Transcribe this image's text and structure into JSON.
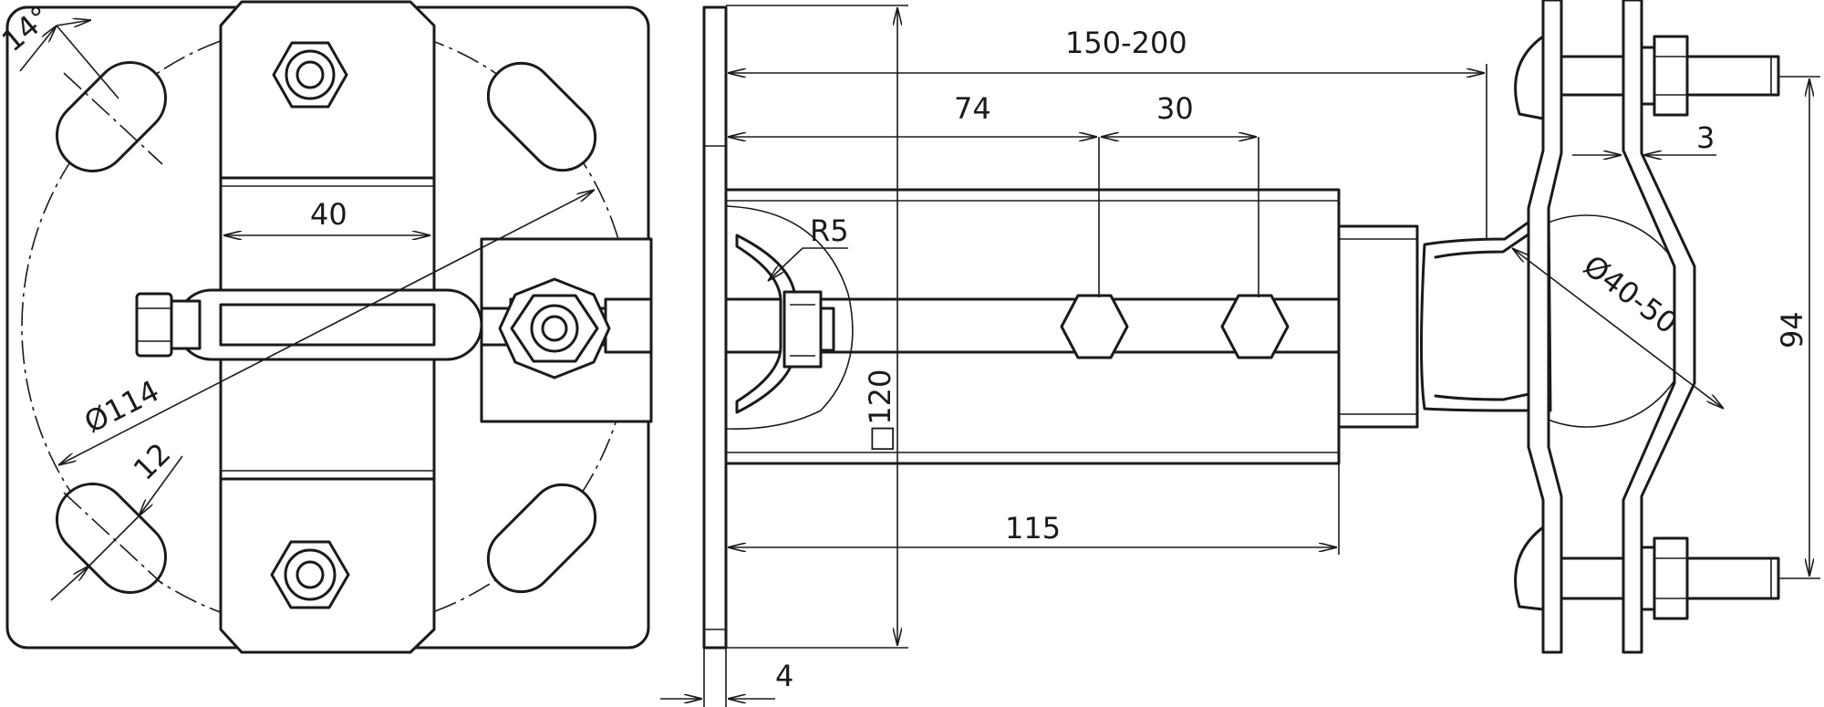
{
  "dimensions": {
    "tilt_angle": "14°",
    "bolt_circle_diameter": "Ø114",
    "slot_width": "12",
    "clamp_width": "40",
    "overall_length": "150-200",
    "hole_1_position": "74",
    "hole_pitch": "30",
    "corner_radius": "R5",
    "square_profile": "□120",
    "tube_length": "115",
    "plate_thickness": "4",
    "strap_thickness": "3",
    "pipe_diameter_range": "Ø40-50",
    "bolt_spacing": "94"
  }
}
